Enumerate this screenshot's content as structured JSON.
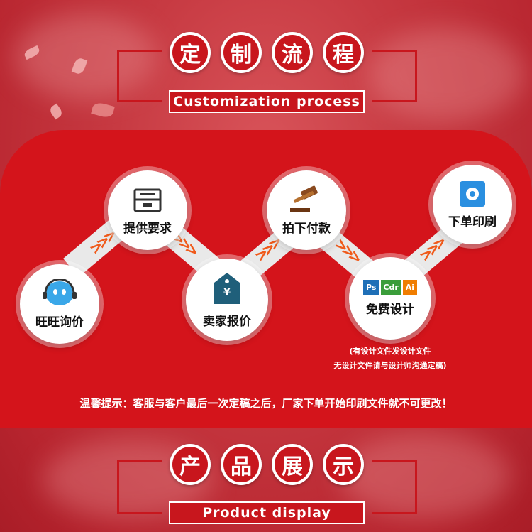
{
  "header": {
    "title_chars": [
      "定",
      "制",
      "流",
      "程"
    ],
    "subtitle": "Customization process"
  },
  "steps": [
    {
      "label": "旺旺询价",
      "icon": "customer-service-icon"
    },
    {
      "label": "提供要求",
      "icon": "file-cabinet-icon"
    },
    {
      "label": "卖家报价",
      "icon": "price-tag-icon"
    },
    {
      "label": "拍下付款",
      "icon": "auction-hammer-icon"
    },
    {
      "label": "免费设计",
      "icon": "design-software-icon"
    },
    {
      "label": "下单印刷",
      "icon": "gear-icon"
    }
  ],
  "software_badges": [
    "Ps",
    "Cdr",
    "Ai"
  ],
  "design_note": {
    "line1": "(有设计文件发设计文件",
    "line2": "无设计文件请与设计师沟通定稿)"
  },
  "tip": "温馨提示：客服与客户最后一次定稿之后，厂家下单开始印刷文件就不可更改！",
  "footer": {
    "title_chars": [
      "产",
      "品",
      "展",
      "示"
    ],
    "subtitle": "Product display"
  },
  "colors": {
    "brand_red": "#c8161d",
    "panel_red": "#d4141b",
    "chevron": "#f05a1a"
  },
  "price_symbol": "¥"
}
